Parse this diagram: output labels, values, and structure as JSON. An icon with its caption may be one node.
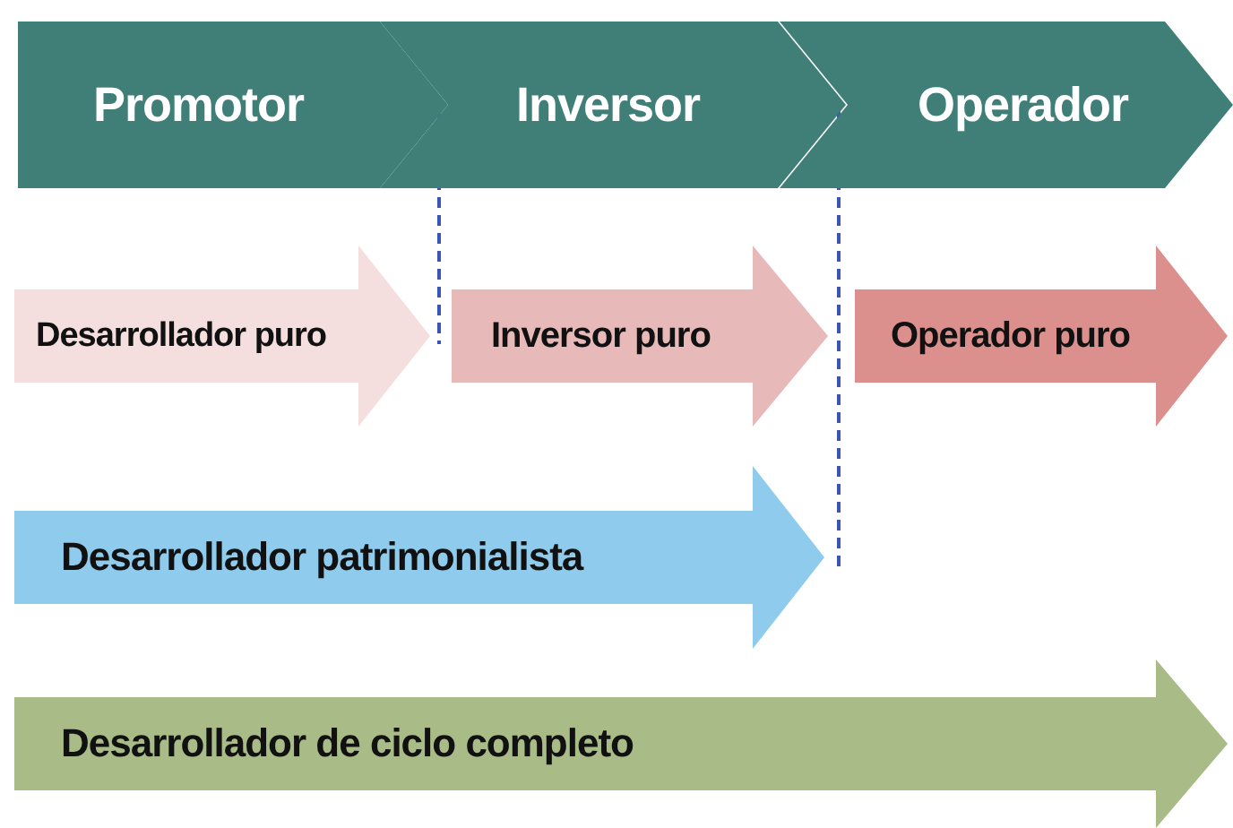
{
  "diagram": {
    "nodes": [
      {
        "text": [
          "Promotor"
        ]
      },
      {
        "text": [
          "Inversor"
        ]
      },
      {
        "text": [
          "Operador"
        ]
      },
      {
        "text": [
          "Desarrollador puro"
        ]
      },
      {
        "text": [
          "Inversor puro"
        ]
      },
      {
        "text": [
          "Operador puro"
        ]
      },
      {
        "text": [
          "Desarrollador patrimonialista"
        ]
      },
      {
        "text": [
          "Desarrollador de ciclo completo"
        ]
      }
    ]
  }
}
